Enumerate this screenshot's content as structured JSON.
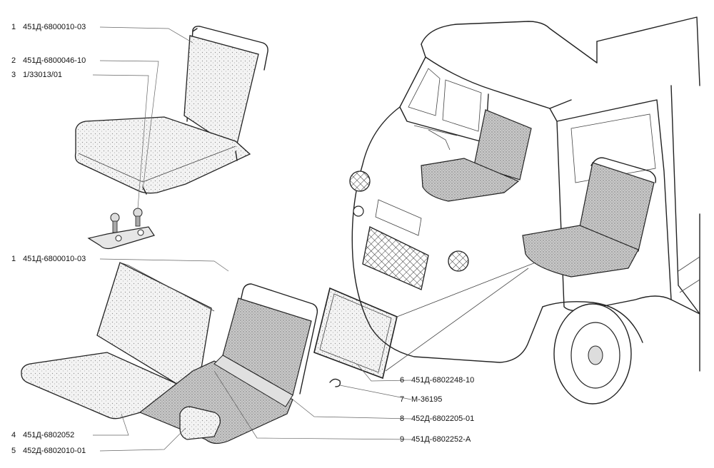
{
  "callouts": [
    {
      "num": "1",
      "code": "451Д-6800010-03"
    },
    {
      "num": "2",
      "code": "451Д-6800046-10"
    },
    {
      "num": "3",
      "code": "1/33013/01"
    },
    {
      "num": "1",
      "code": "451Д-6800010-03"
    },
    {
      "num": "4",
      "code": "451Д-6802052"
    },
    {
      "num": "5",
      "code": "452Д-6802010-01"
    },
    {
      "num": "6",
      "code": "451Д-6802248-10"
    },
    {
      "num": "7",
      "code": "М-36195"
    },
    {
      "num": "8",
      "code": "452Д-6802205-01"
    },
    {
      "num": "9",
      "code": "451Д-6802252-А"
    }
  ]
}
